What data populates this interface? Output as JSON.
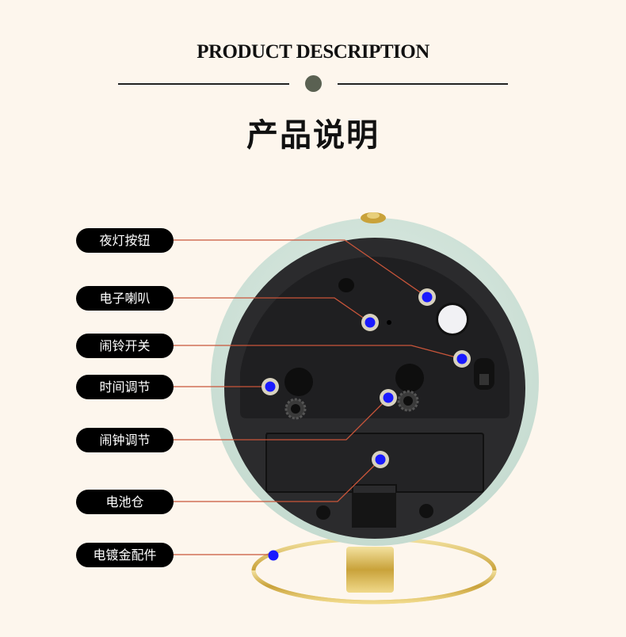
{
  "header": {
    "title_en": "PRODUCT DESCRIPTION",
    "title_cn": "产品说明"
  },
  "colors": {
    "background": "#fdf6ed",
    "label_bg": "#000000",
    "label_text": "#ffffff",
    "leader_line": "#c9553a",
    "marker_dot": "#1a1aff",
    "marker_ring": "#d8d2bf",
    "shell": "#d5e6dc",
    "back_panel": "#2a2a2c",
    "gold": "#d8b54a",
    "divider_dot": "#5a6152"
  },
  "callouts": [
    {
      "label": "夜灯按钮",
      "meaning": "night light button"
    },
    {
      "label": "电子喇叭",
      "meaning": "electronic speaker"
    },
    {
      "label": "闹铃开关",
      "meaning": "alarm switch"
    },
    {
      "label": "时间调节",
      "meaning": "time adjustment"
    },
    {
      "label": "闹钟调节",
      "meaning": "alarm adjustment"
    },
    {
      "label": "电池仓",
      "meaning": "battery compartment"
    },
    {
      "label": "电镀金配件",
      "meaning": "gold-plated accessory"
    }
  ]
}
